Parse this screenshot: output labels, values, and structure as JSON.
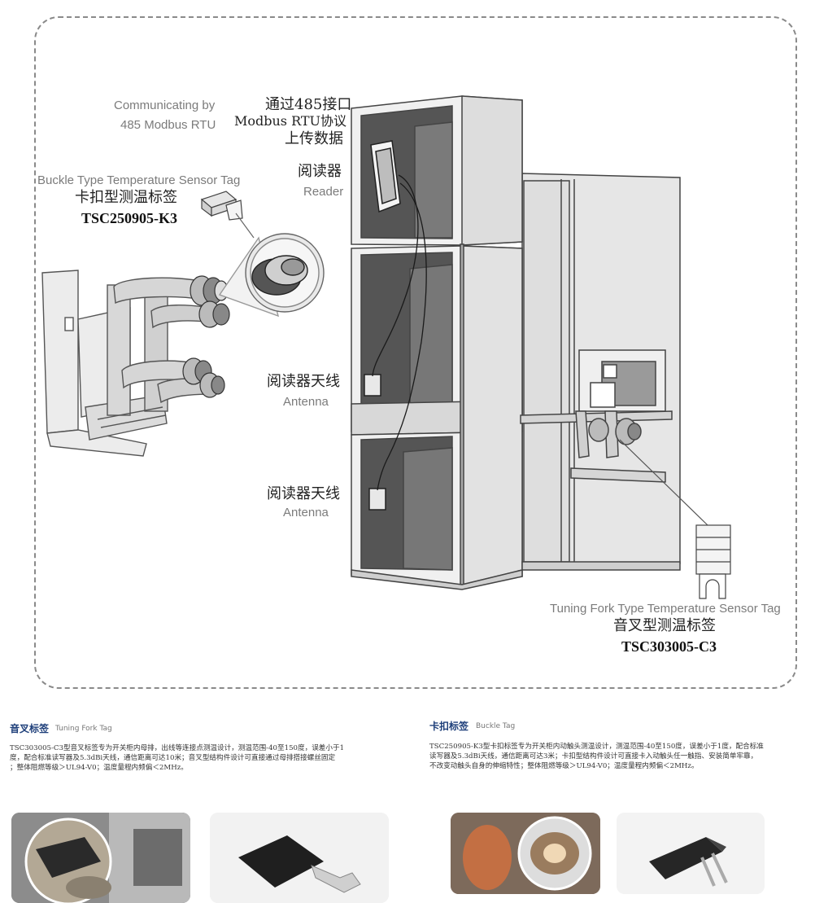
{
  "diagram": {
    "communicating_en_1": "Communicating by",
    "communicating_en_2": "485 Modbus RTU",
    "upload_zh_1": "通过485接口",
    "upload_zh_2": "Modbus RTU协议",
    "upload_zh_3": "上传数据",
    "reader_zh": "阅读器",
    "reader_en": "Reader",
    "buckle_en": "Buckle Type Temperature Sensor Tag",
    "buckle_zh": "卡扣型测温标签",
    "buckle_model": "TSC250905-K3",
    "antenna1_zh": "阅读器天线",
    "antenna1_en": "Antenna",
    "antenna2_zh": "阅读器天线",
    "antenna2_en": "Antenna",
    "fork_en": "Tuning Fork Type Temperature Sensor Tag",
    "fork_zh": "音叉型测温标签",
    "fork_model": "TSC303005-C3"
  },
  "sections": {
    "fork": {
      "title": "音叉标签",
      "subtitle": "Tuning Fork Tag",
      "line1": "TSC303005-C3型音叉标签专为开关柜内母排，出线等连接点测温设计，测温范围-40至150度，误差小于1",
      "line2": "度，配合标准读写器及5.3dBi天线，通信距离可达10米；音叉型结构件设计可直接通过母排搭接螺丝固定",
      "line3": "；整体阻燃等级＞UL94-V0；温度量程内频偏＜2MHz。"
    },
    "buckle": {
      "title": "卡扣标签",
      "subtitle": "Buckle Tag",
      "line1": "TSC250905-K3型卡扣标签专为开关柜内动触头测温设计，测温范围-40至150度，误差小于1度，配合标准",
      "line2": "读写器及5.3dBi天线，通信距离可达3米；卡扣型结构件设计可直接卡入动触头任一触指、安装简单牢靠，",
      "line3": "不改变动触头自身的伸缩特性；整体阻燃等级＞UL94-V0；温度量程内频偏＜2MHz。"
    }
  }
}
